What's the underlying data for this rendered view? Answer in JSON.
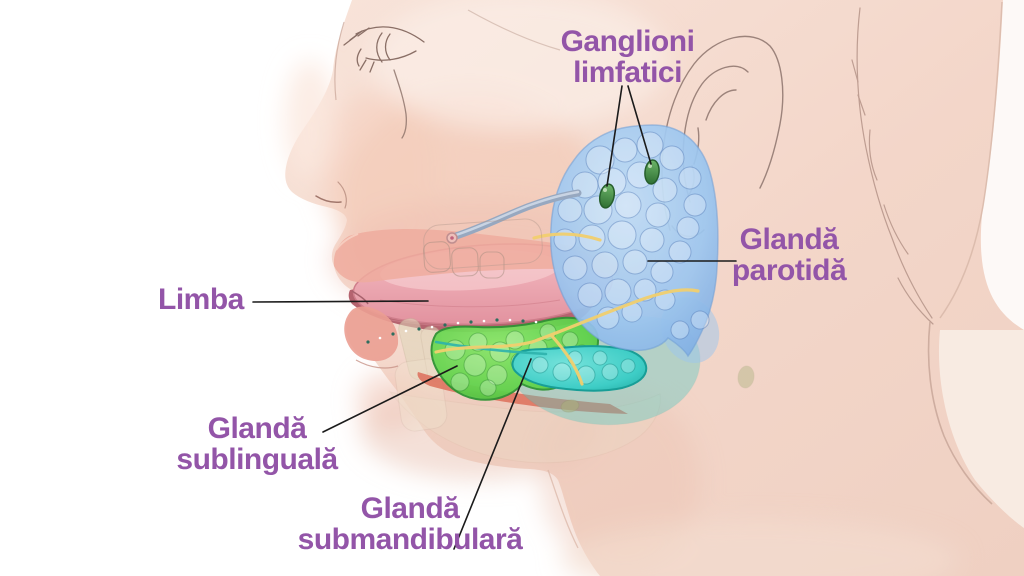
{
  "figure": {
    "type": "anatomical-diagram",
    "subject": "salivary glands, lymph nodes and tongue on a head profile",
    "language": "ro",
    "labels": {
      "lymph_nodes": "Ganglioni limfatici",
      "parotid_gland": "Glandă parotidă",
      "tongue": "Limba",
      "sublingual_gland": "Glandă sublinguală",
      "submandibular_gland": "Glandă submandibulară"
    },
    "label_color": "#9355a8",
    "leader_line_color": "#1b1b1b",
    "anatomy_colors": {
      "skin": "#f2d6ca",
      "parotid_gland": "#9cc6ef",
      "sublingual_gland": "#5ed04a",
      "submandibular_gland": "#3ecdc6",
      "lymph_node": "#4f9b4f",
      "nerve": "#f1cf6e",
      "parotid_duct": "#97a8c0",
      "tongue": "#eba6ad",
      "muscle": "#dd6f5b"
    }
  }
}
